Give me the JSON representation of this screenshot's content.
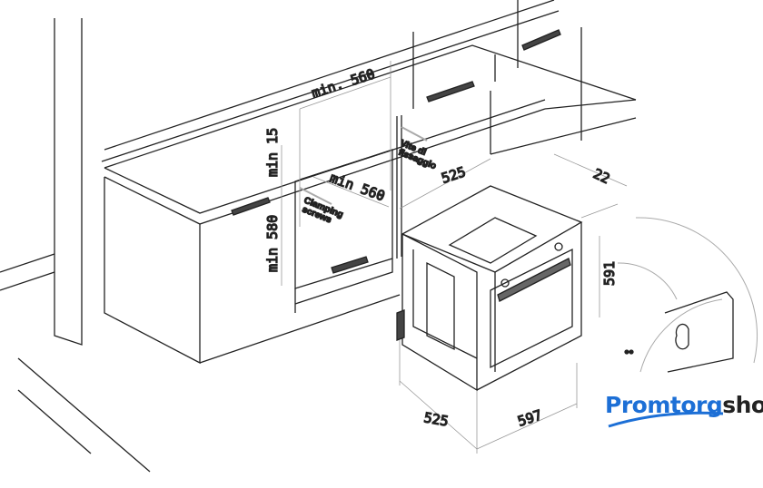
{
  "dimensions": {
    "niche_width_top": "min. 560",
    "top_gap": "min 15",
    "niche_height": "min 580",
    "niche_width": "min 560",
    "niche_depth": "525",
    "oven_front_depth": "22",
    "oven_height": "591",
    "oven_depth": "525",
    "oven_width": "597"
  },
  "labels": {
    "clamping_line1": "Clamping",
    "clamping_line2": "screws",
    "vite_line1": "Vite di",
    "vite_line2": "fissaggio"
  },
  "logo": {
    "part1": "Promtorg",
    "part2": "shop",
    "color": "#1c6fd6"
  }
}
